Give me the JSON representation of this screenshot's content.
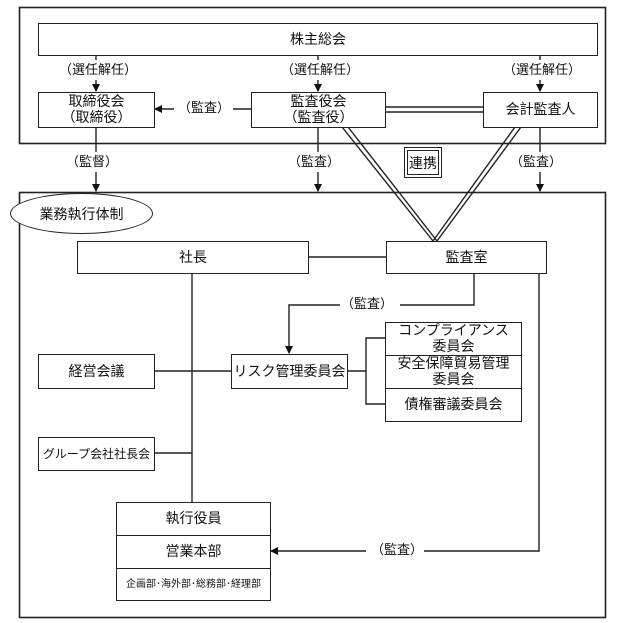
{
  "governance": {
    "shareholders_meeting": "株主総会",
    "board": {
      "line1": "取締役会",
      "line2": "（取締役）"
    },
    "auditors_board": {
      "line1": "監査役会",
      "line2": "（監査役）"
    },
    "accounting_auditor": "会計監査人",
    "elect_dismiss_labels": [
      "（選任解任）",
      "（選任解任）",
      "（選任解任）"
    ],
    "audit_to_board_label": "（監査）",
    "cooperation_label": "連携"
  },
  "connectors": {
    "supervision_label": "（監督）",
    "audit_from_auditors_label": "（監査）",
    "audit_from_accounting_label": "（監査）",
    "audit_to_risk_label": "（監査）",
    "audit_to_business_label": "（監査）"
  },
  "execution": {
    "title": "業務執行体制",
    "president": "社長",
    "internal_audit": "監査室",
    "management_meeting": "経営会議",
    "risk_committee": "リスク管理委員会",
    "committees": [
      {
        "line1": "コンプライアンス",
        "line2": "委員会"
      },
      {
        "line1": "安全保障貿易管理",
        "line2": "委員会"
      },
      {
        "line1": "債権審議委員会",
        "line2": ""
      }
    ],
    "group_presidents_meeting": "グループ会社社長会",
    "officers_stack": {
      "executive_officers": "執行役員",
      "sales_division": "営業本部",
      "departments": "企画部･海外部･総務部･経理部"
    }
  }
}
